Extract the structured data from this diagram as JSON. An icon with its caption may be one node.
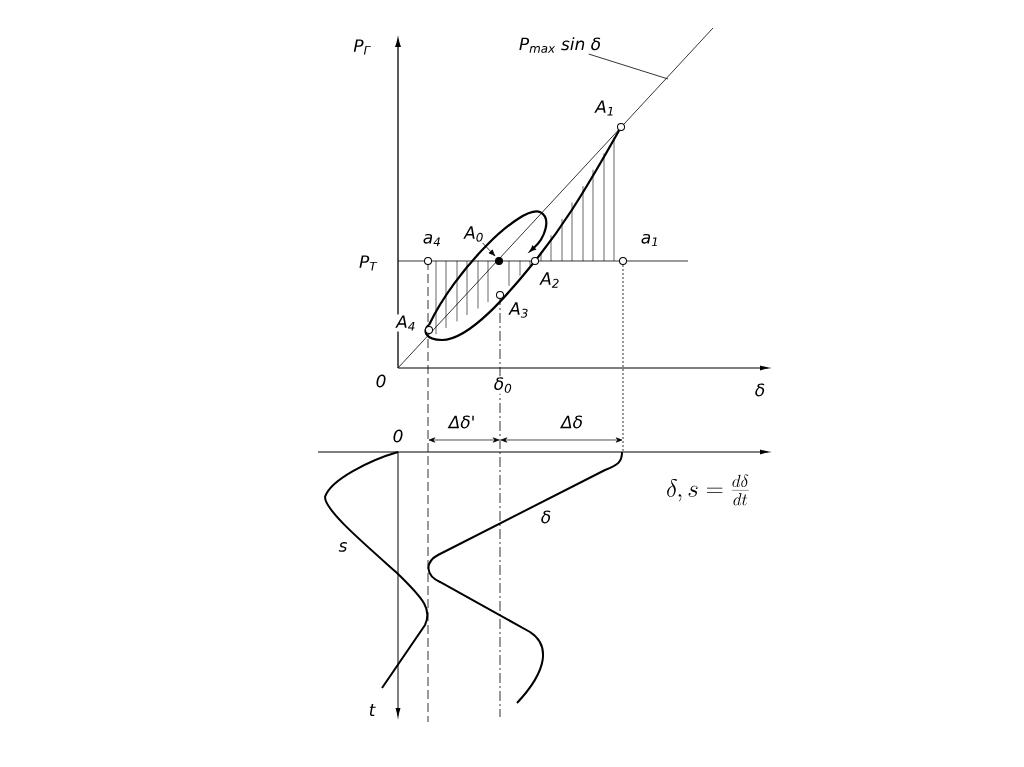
{
  "diagram": {
    "nodes": [
      {
        "text": [
          "P$_{max}$ sin δ"
        ]
      },
      {
        "text": [
          "A$_{0}$"
        ]
      }
    ],
    "edges": [
      {
        "from": 0,
        "to": null,
        "arrow": "none"
      },
      {
        "from": 1,
        "to": null,
        "arrow": "to"
      }
    ],
    "labels": [
      "P$_{Г}$",
      "A$_{1}$",
      "a$_{4}$",
      "a$_{1}$",
      "P$_{Т}$",
      "A$_{2}$",
      "A$_{3}$",
      "A$_{4}$",
      "0",
      "δ$_{0}$",
      "δ",
      "Δδ'",
      "Δδ",
      "0",
      "\\delta, s=\\frac{d\\delta}{dt}",
      "s",
      "δ",
      "t"
    ]
  }
}
